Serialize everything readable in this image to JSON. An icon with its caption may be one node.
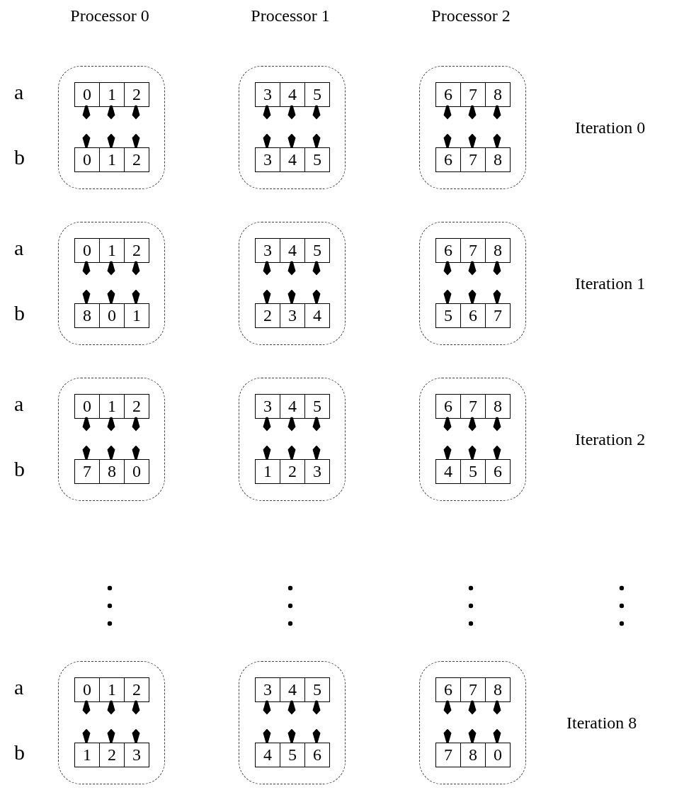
{
  "diagram": {
    "nodes": [
      {
        "text": [],
        "shape": "box"
      },
      {
        "text": [
          "0"
        ],
        "in": 0
      },
      {
        "text": [
          "1"
        ],
        "in": 0
      },
      {
        "text": [
          "2"
        ],
        "in": 0
      },
      {
        "text": [
          "0"
        ],
        "in": 0
      },
      {
        "text": [
          "1"
        ],
        "in": 0
      },
      {
        "text": [
          "2"
        ],
        "in": 0
      },
      {
        "text": [],
        "shape": "box"
      },
      {
        "text": [
          "3"
        ],
        "in": 7
      },
      {
        "text": [
          "4"
        ],
        "in": 7
      },
      {
        "text": [
          "5"
        ],
        "in": 7
      },
      {
        "text": [
          "3"
        ],
        "in": 7
      },
      {
        "text": [
          "4"
        ],
        "in": 7
      },
      {
        "text": [
          "5"
        ],
        "in": 7
      },
      {
        "text": [],
        "shape": "box"
      },
      {
        "text": [
          "6"
        ],
        "in": 14
      },
      {
        "text": [
          "7"
        ],
        "in": 14
      },
      {
        "text": [
          "8"
        ],
        "in": 14
      },
      {
        "text": [
          "6"
        ],
        "in": 14
      },
      {
        "text": [
          "7"
        ],
        "in": 14
      },
      {
        "text": [
          "8"
        ],
        "in": 14
      },
      {
        "text": [],
        "shape": "box"
      },
      {
        "text": [
          "0"
        ],
        "in": 21
      },
      {
        "text": [
          "1"
        ],
        "in": 21
      },
      {
        "text": [
          "2"
        ],
        "in": 21
      },
      {
        "text": [
          "8"
        ],
        "in": 21
      },
      {
        "text": [
          "0"
        ],
        "in": 21
      },
      {
        "text": [
          "1"
        ],
        "in": 21
      },
      {
        "text": [],
        "shape": "box"
      },
      {
        "text": [
          "3"
        ],
        "in": 28
      },
      {
        "text": [
          "4"
        ],
        "in": 28
      },
      {
        "text": [
          "5"
        ],
        "in": 28
      },
      {
        "text": [
          "2"
        ],
        "in": 28
      },
      {
        "text": [
          "3"
        ],
        "in": 28
      },
      {
        "text": [
          "4"
        ],
        "in": 28
      },
      {
        "text": [],
        "shape": "box"
      },
      {
        "text": [
          "6"
        ],
        "in": 35
      },
      {
        "text": [
          "7"
        ],
        "in": 35
      },
      {
        "text": [
          "8"
        ],
        "in": 35
      },
      {
        "text": [
          "5"
        ],
        "in": 35
      },
      {
        "text": [
          "6"
        ],
        "in": 35
      },
      {
        "text": [
          "7"
        ],
        "in": 35
      },
      {
        "text": [],
        "shape": "box"
      },
      {
        "text": [
          "0"
        ],
        "in": 42
      },
      {
        "text": [
          "1"
        ],
        "in": 42
      },
      {
        "text": [
          "2"
        ],
        "in": 42
      },
      {
        "text": [
          "7"
        ],
        "in": 42
      },
      {
        "text": [
          "8"
        ],
        "in": 42
      },
      {
        "text": [
          "0"
        ],
        "in": 42
      },
      {
        "text": [],
        "shape": "box"
      },
      {
        "text": [
          "3"
        ],
        "in": 49
      },
      {
        "text": [
          "4"
        ],
        "in": 49
      },
      {
        "text": [
          "5"
        ],
        "in": 49
      },
      {
        "text": [
          "1"
        ],
        "in": 49
      },
      {
        "text": [
          "2"
        ],
        "in": 49
      },
      {
        "text": [
          "3"
        ],
        "in": 49
      },
      {
        "text": [],
        "shape": "box"
      },
      {
        "text": [
          "6"
        ],
        "in": 56
      },
      {
        "text": [
          "7"
        ],
        "in": 56
      },
      {
        "text": [
          "8"
        ],
        "in": 56
      },
      {
        "text": [
          "4"
        ],
        "in": 56
      },
      {
        "text": [
          "5"
        ],
        "in": 56
      },
      {
        "text": [
          "6"
        ],
        "in": 56
      },
      {
        "text": [],
        "shape": "box"
      },
      {
        "text": [
          "0"
        ],
        "in": 63
      },
      {
        "text": [
          "1"
        ],
        "in": 63
      },
      {
        "text": [
          "2"
        ],
        "in": 63
      },
      {
        "text": [
          "1"
        ],
        "in": 63
      },
      {
        "text": [
          "2"
        ],
        "in": 63
      },
      {
        "text": [
          "3"
        ],
        "in": 63
      },
      {
        "text": [],
        "shape": "box"
      },
      {
        "text": [
          "3"
        ],
        "in": 70
      },
      {
        "text": [
          "4"
        ],
        "in": 70
      },
      {
        "text": [
          "5"
        ],
        "in": 70
      },
      {
        "text": [
          "4"
        ],
        "in": 70
      },
      {
        "text": [
          "5"
        ],
        "in": 70
      },
      {
        "text": [
          "6"
        ],
        "in": 70
      },
      {
        "text": [],
        "shape": "box"
      },
      {
        "text": [
          "6"
        ],
        "in": 77
      },
      {
        "text": [
          "7"
        ],
        "in": 77
      },
      {
        "text": [
          "8"
        ],
        "in": 77
      },
      {
        "text": [
          "7"
        ],
        "in": 77
      },
      {
        "text": [
          "8"
        ],
        "in": 77
      },
      {
        "text": [
          "0"
        ],
        "in": 77
      }
    ],
    "edges": [
      {
        "from": 1,
        "to": 4,
        "arrow": "both"
      },
      {
        "from": 2,
        "to": 5,
        "arrow": "both"
      },
      {
        "from": 3,
        "to": 6,
        "arrow": "both"
      },
      {
        "from": 8,
        "to": 11,
        "arrow": "both"
      },
      {
        "from": 9,
        "to": 12,
        "arrow": "both"
      },
      {
        "from": 10,
        "to": 13,
        "arrow": "both"
      },
      {
        "from": 15,
        "to": 18,
        "arrow": "both"
      },
      {
        "from": 16,
        "to": 19,
        "arrow": "both"
      },
      {
        "from": 17,
        "to": 20,
        "arrow": "both"
      },
      {
        "from": 22,
        "to": 25,
        "arrow": "both"
      },
      {
        "from": 23,
        "to": 26,
        "arrow": "both"
      },
      {
        "from": 24,
        "to": 27,
        "arrow": "both"
      },
      {
        "from": 29,
        "to": 32,
        "arrow": "both"
      },
      {
        "from": 30,
        "to": 33,
        "arrow": "both"
      },
      {
        "from": 31,
        "to": 34,
        "arrow": "both"
      },
      {
        "from": 36,
        "to": 39,
        "arrow": "both"
      },
      {
        "from": 37,
        "to": 40,
        "arrow": "both"
      },
      {
        "from": 38,
        "to": 41,
        "arrow": "both"
      },
      {
        "from": 43,
        "to": 46,
        "arrow": "both"
      },
      {
        "from": 44,
        "to": 47,
        "arrow": "both"
      },
      {
        "from": 45,
        "to": 48,
        "arrow": "both"
      },
      {
        "from": 50,
        "to": 53,
        "arrow": "both"
      },
      {
        "from": 51,
        "to": 54,
        "arrow": "both"
      },
      {
        "from": 52,
        "to": 55,
        "arrow": "both"
      },
      {
        "from": 57,
        "to": 60,
        "arrow": "both"
      },
      {
        "from": 58,
        "to": 61,
        "arrow": "both"
      },
      {
        "from": 59,
        "to": 62,
        "arrow": "both"
      },
      {
        "from": 64,
        "to": 67,
        "arrow": "both"
      },
      {
        "from": 65,
        "to": 68,
        "arrow": "both"
      },
      {
        "from": 66,
        "to": 69,
        "arrow": "both"
      },
      {
        "from": 71,
        "to": 74,
        "arrow": "both"
      },
      {
        "from": 72,
        "to": 75,
        "arrow": "both"
      },
      {
        "from": 73,
        "to": 76,
        "arrow": "both"
      },
      {
        "from": 78,
        "to": 81,
        "arrow": "both"
      },
      {
        "from": 79,
        "to": 82,
        "arrow": "both"
      },
      {
        "from": 80,
        "to": 83,
        "arrow": "both"
      }
    ],
    "labels": [
      "Processor 0",
      "Processor 1",
      "Processor 2",
      "a",
      "Iteration 0",
      "b",
      "a",
      "Iteration 1",
      "b",
      "a",
      "Iteration 2",
      "b",
      "a",
      "Iteration 8",
      "b"
    ]
  }
}
